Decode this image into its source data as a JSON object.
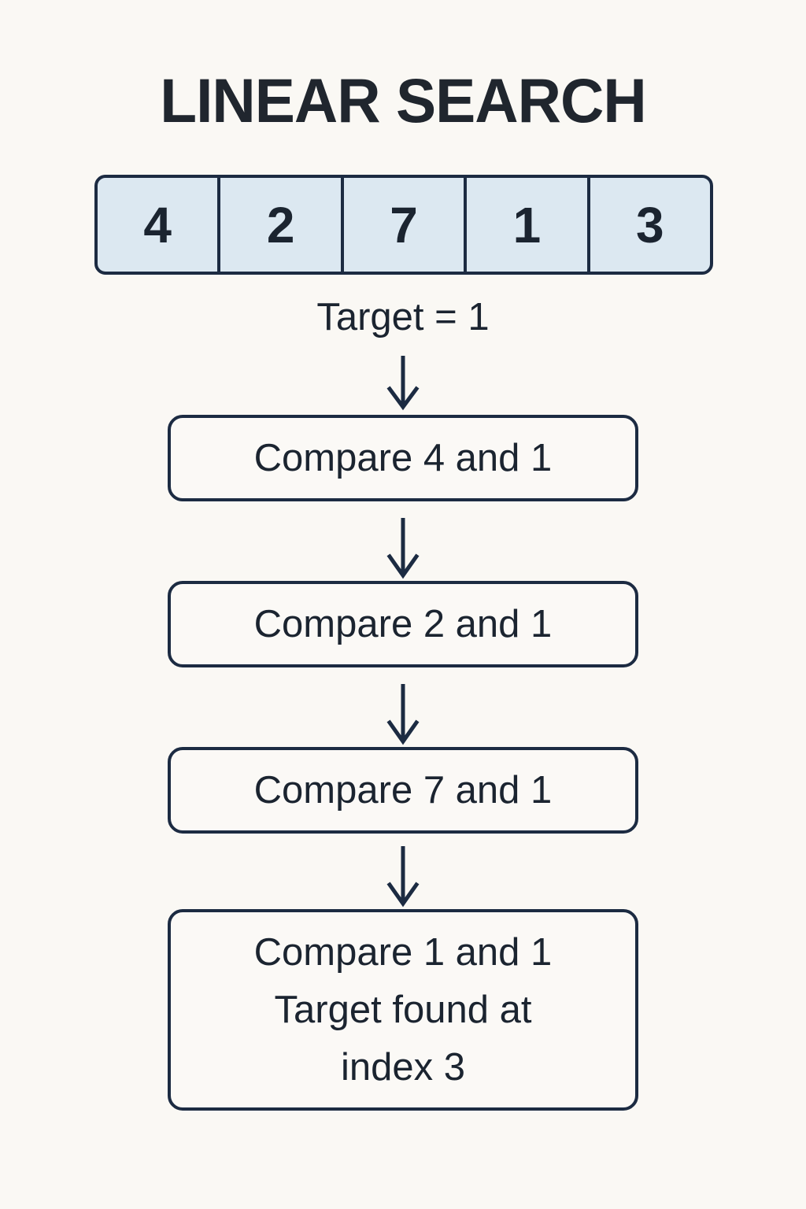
{
  "page": {
    "title": "LINEAR SEARCH",
    "background_color": "#faf8f4",
    "ink_color": "#1c2b42",
    "cell_fill_color": "#dce8f1",
    "box_fill_color": "#fbf9f6"
  },
  "array": {
    "label": "array",
    "values": [
      "4",
      "2",
      "7",
      "1",
      "3"
    ]
  },
  "target": {
    "text": "Target = 1",
    "value": "1"
  },
  "arrows": {
    "icon": "arrow-down-icon",
    "count": 4
  },
  "steps": [
    {
      "id": "step-1",
      "lines": [
        "Compare 4 and 1"
      ]
    },
    {
      "id": "step-2",
      "lines": [
        "Compare 2 and 1"
      ]
    },
    {
      "id": "step-3",
      "lines": [
        "Compare 7 and 1"
      ]
    },
    {
      "id": "step-4",
      "lines": [
        "Compare 1 and 1",
        "Target found at",
        "index 3"
      ]
    }
  ],
  "step_lines": {
    "s1l1": "Compare 4 and 1",
    "s2l1": "Compare 2 and 1",
    "s3l1": "Compare 7 and 1",
    "s4l1": "Compare 1 and 1",
    "s4l2": "Target found at",
    "s4l3": "index 3"
  },
  "cells": {
    "c0": "4",
    "c1": "2",
    "c2": "7",
    "c3": "1",
    "c4": "3"
  }
}
